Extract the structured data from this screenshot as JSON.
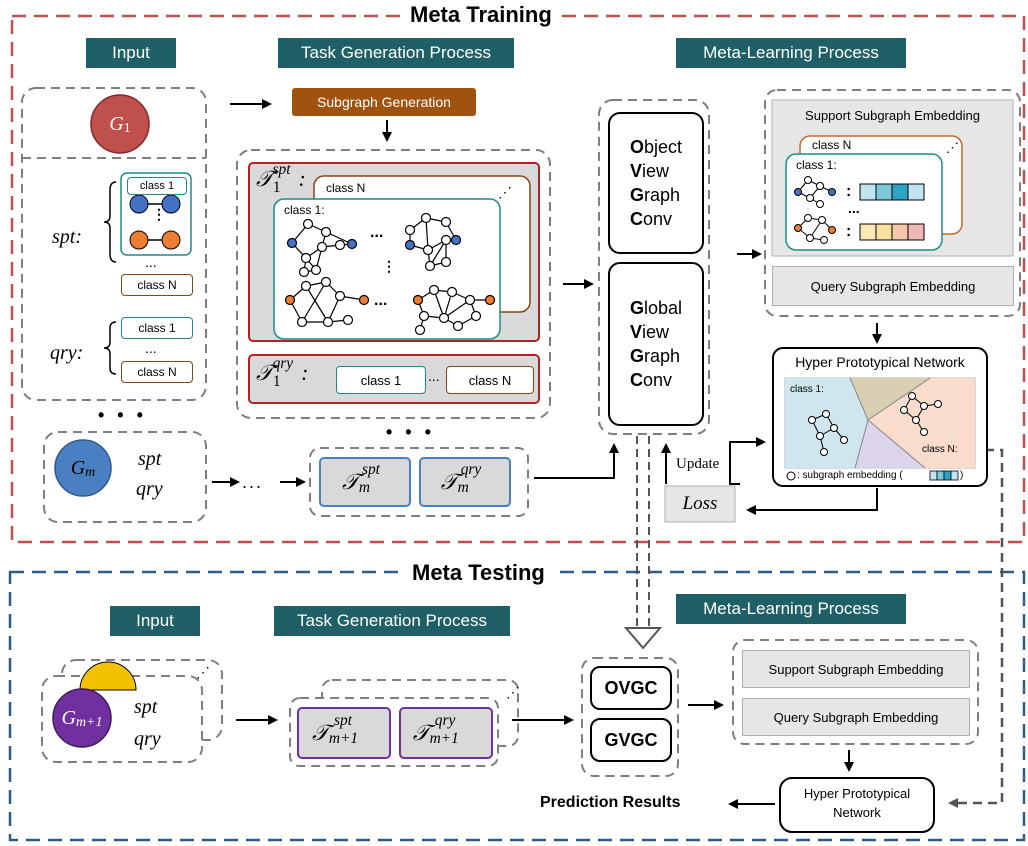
{
  "meta_training": {
    "title": "Meta Training",
    "input_label": "Input",
    "task_gen_label": "Task Generation Process",
    "meta_learning_label": "Meta-Learning Process",
    "subgraph_generation": "Subgraph Generation",
    "graph_1_label": "G",
    "graph_1_sub": "1",
    "graph_m_label": "G",
    "graph_m_sub": "m",
    "spt": "spt",
    "qry": "qry",
    "spt_colon": "spt",
    "qry_colon": "qry",
    "class_1": "class 1",
    "class_n": "class N",
    "class_1_colon": "class 1:",
    "ellipsis": "...",
    "vdots": "⋮",
    "dots3": "• • •",
    "task_T": "𝒯",
    "task_1_sub": "1",
    "task_m_sub": "m",
    "task_spt_sup": "spt",
    "task_qry_sup": "qry",
    "ovgc_lines": [
      "Object",
      "View",
      "Graph",
      "Conv"
    ],
    "gvgc_lines": [
      "Global",
      "View",
      "Graph",
      "Conv"
    ],
    "support_embedding": "Support Subgraph Embedding",
    "query_embedding": "Query Subgraph Embedding",
    "hyper_network": "Hyper Prototypical Network",
    "region_class_1": "class 1:",
    "region_class_n": "class N:",
    "legend_text": ": subgraph embedding (",
    "legend_close": ")",
    "update": "Update",
    "loss": "Loss"
  },
  "meta_testing": {
    "title": "Meta Testing",
    "input_label": "Input",
    "task_gen_label": "Task Generation Process",
    "meta_learning_label": "Meta-Learning Process",
    "graph_label": "G",
    "graph_sub": "m+1",
    "spt": "spt",
    "qry": "qry",
    "task_sub": "m+1",
    "ovgc": "OVGC",
    "gvgc": "GVGC",
    "support_embedding": "Support Subgraph Embedding",
    "query_embedding": "Query Subgraph Embedding",
    "hyper_network_lines": [
      "Hyper Prototypical",
      "Network"
    ],
    "prediction": "Prediction Results"
  },
  "colors": {
    "training_border": "#c0504d",
    "testing_border": "#2e5c8a",
    "teal_header": "#1f5f66",
    "brown_header": "#a0520f",
    "graph1_fill": "#c0504d",
    "graphm_fill": "#4a7fc1",
    "graph_test_fill": "#7030a0",
    "graph_test_back": "#f2c200",
    "node_blue": "#4472c4",
    "node_orange": "#ed7d31"
  }
}
